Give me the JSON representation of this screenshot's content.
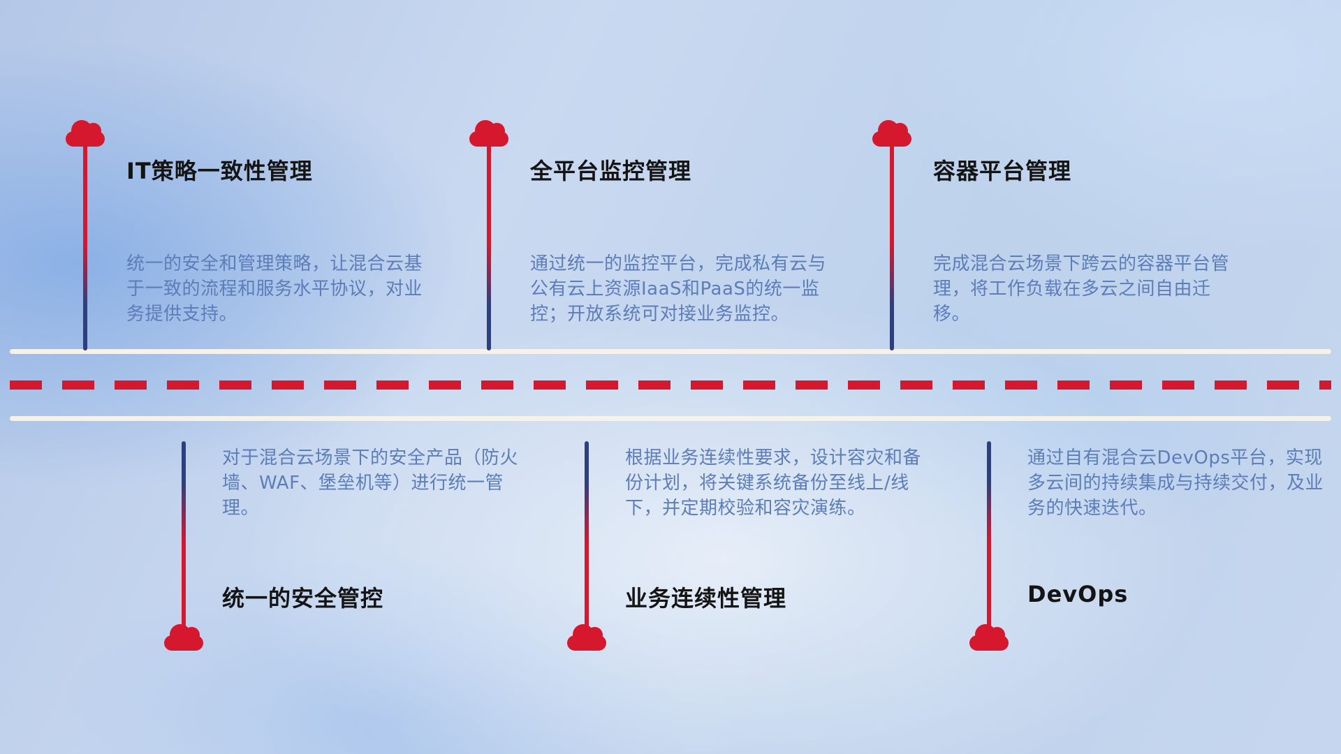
{
  "top_items": [
    {
      "title": "IT策略一致性管理",
      "description": "统一的安全和管理策略，让混合云基于一致的流程和服务水平协议，对业务提供支持。"
    },
    {
      "title": "全平台监控管理",
      "description": "通过统一的监控平台，完成私有云与公有云上资源IaaS和PaaS的统一监控；开放系统可对接业务监控。"
    },
    {
      "title": "容器平台管理",
      "description": "完成混合云场景下跨云的容器平台管理，将工作负载在多云之间自由迁移。"
    }
  ],
  "bottom_items": [
    {
      "title": "统一的安全管控",
      "description": "对于混合云场景下的安全产品（防火墙、WAF、堡垒机等）进行统一管理。"
    },
    {
      "title": "业务连续性管理",
      "description": "根据业务连续性要求，设计容灾和备份计划，将关键系统备份至线上/线下，并定期校验和容灾演练。"
    },
    {
      "title": "DevOps",
      "description": "通过自有混合云DevOps平台，实现多云间的持续集成与持续交付，及业务的快速迭代。"
    }
  ],
  "colors": {
    "accent_red": "#d5182d",
    "line_navy": "#2e3f7e",
    "title_text": "#141414",
    "description_text": "#5d7db8",
    "road_white": "#f5f2ec"
  }
}
